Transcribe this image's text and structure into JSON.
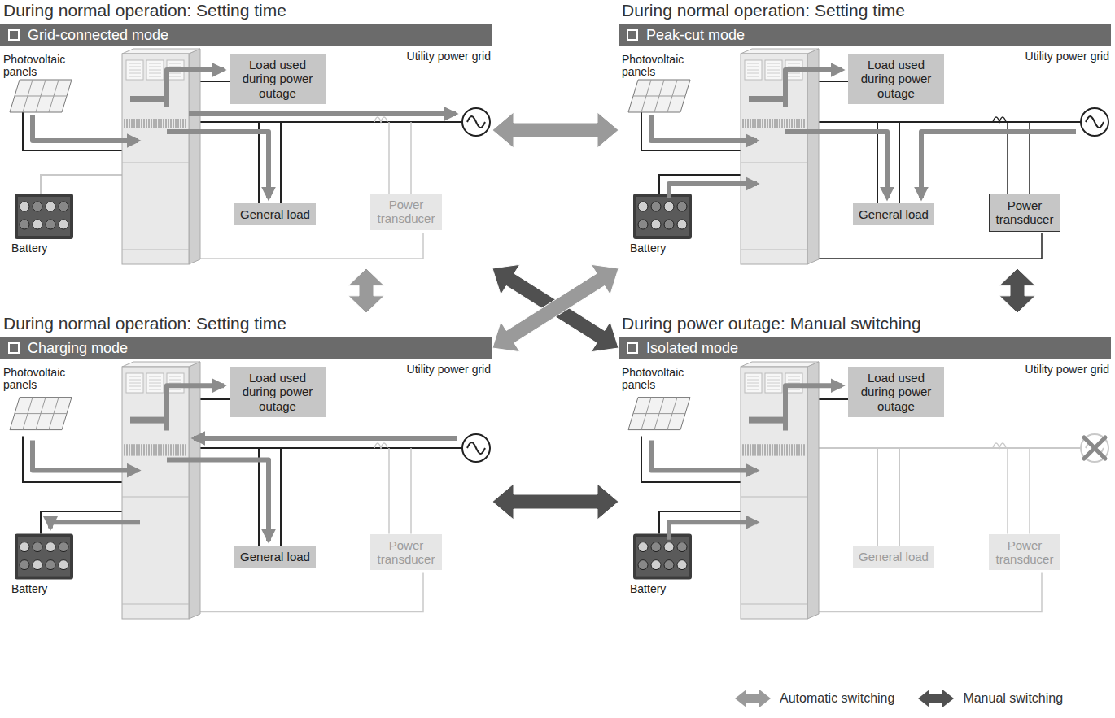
{
  "diagram": {
    "nodes": [
      {
        "text": [
          "During normal operation: Setting time",
          "Grid-connected mode"
        ]
      },
      {
        "text": [
          "Load used during power outage"
        ],
        "in": 0
      },
      {
        "text": [
          "General load"
        ],
        "in": 0
      },
      {
        "text": [
          "Power transducer"
        ],
        "in": 0
      },
      {
        "text": [
          "During normal operation: Setting time",
          "Peak-cut mode"
        ]
      },
      {
        "text": [
          "Load used during power outage"
        ],
        "in": 4
      },
      {
        "text": [
          "General load"
        ],
        "in": 4
      },
      {
        "text": [
          "Power transducer"
        ],
        "in": 4
      },
      {
        "text": [
          "During normal operation: Setting time",
          "Charging mode"
        ]
      },
      {
        "text": [
          "Load used during power outage"
        ],
        "in": 8
      },
      {
        "text": [
          "General load"
        ],
        "in": 8
      },
      {
        "text": [
          "Power transducer"
        ],
        "in": 8
      },
      {
        "text": [
          "During power outage: Manual switching",
          "Isolated mode"
        ]
      },
      {
        "text": [
          "Load used during power outage"
        ],
        "in": 12
      },
      {
        "text": [
          "General load"
        ],
        "in": 12
      },
      {
        "text": [
          "Power transducer"
        ],
        "in": 12
      }
    ],
    "edges": [
      {
        "from": 0,
        "to": 4,
        "arrow": "both"
      },
      {
        "from": 0,
        "to": 8,
        "arrow": "both"
      },
      {
        "from": 4,
        "to": 12,
        "arrow": "both"
      },
      {
        "from": 8,
        "to": 12,
        "arrow": "both"
      },
      {
        "from": 0,
        "to": 12,
        "arrow": "both"
      },
      {
        "from": 8,
        "to": 4,
        "arrow": "both"
      }
    ],
    "labels": [
      "Photovoltaic panels",
      "Utility power grid",
      "Battery",
      "Photovoltaic panels",
      "Utility power grid",
      "Battery",
      "Photovoltaic panels",
      "Utility power grid",
      "Battery",
      "Photovoltaic panels",
      "Utility power grid",
      "Battery"
    ],
    "legend": [
      {
        "text": "Automatic switching"
      },
      {
        "text": "Manual switching"
      }
    ]
  }
}
